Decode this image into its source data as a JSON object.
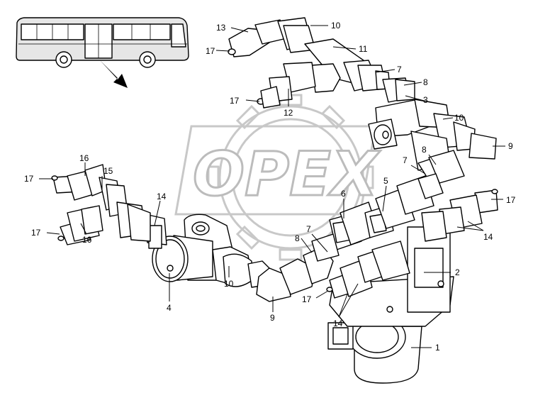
{
  "watermark": {
    "text": "OPEX"
  },
  "callouts": [
    {
      "id": "c1",
      "text": "1"
    },
    {
      "id": "c2",
      "text": "2"
    },
    {
      "id": "c3",
      "text": "3"
    },
    {
      "id": "c4",
      "text": "4"
    },
    {
      "id": "c5",
      "text": "5"
    },
    {
      "id": "c6",
      "text": "6"
    },
    {
      "id": "c7a",
      "text": "7"
    },
    {
      "id": "c7b",
      "text": "7"
    },
    {
      "id": "c7c",
      "text": "7"
    },
    {
      "id": "c8a",
      "text": "8"
    },
    {
      "id": "c8b",
      "text": "8"
    },
    {
      "id": "c8c",
      "text": "8"
    },
    {
      "id": "c9a",
      "text": "9"
    },
    {
      "id": "c9b",
      "text": "9"
    },
    {
      "id": "c10a",
      "text": "10"
    },
    {
      "id": "c10b",
      "text": "10"
    },
    {
      "id": "c10c",
      "text": "10"
    },
    {
      "id": "c11",
      "text": "11"
    },
    {
      "id": "c12",
      "text": "12"
    },
    {
      "id": "c13",
      "text": "13"
    },
    {
      "id": "c14a",
      "text": "14"
    },
    {
      "id": "c14b",
      "text": "14"
    },
    {
      "id": "c14c",
      "text": "14"
    },
    {
      "id": "c15",
      "text": "15"
    },
    {
      "id": "c16a",
      "text": "16"
    },
    {
      "id": "c16b",
      "text": "16"
    },
    {
      "id": "c17a",
      "text": "17"
    },
    {
      "id": "c17b",
      "text": "17"
    },
    {
      "id": "c17c",
      "text": "17"
    },
    {
      "id": "c17d",
      "text": "17"
    },
    {
      "id": "c17e",
      "text": "17"
    },
    {
      "id": "c17f",
      "text": "17"
    }
  ]
}
